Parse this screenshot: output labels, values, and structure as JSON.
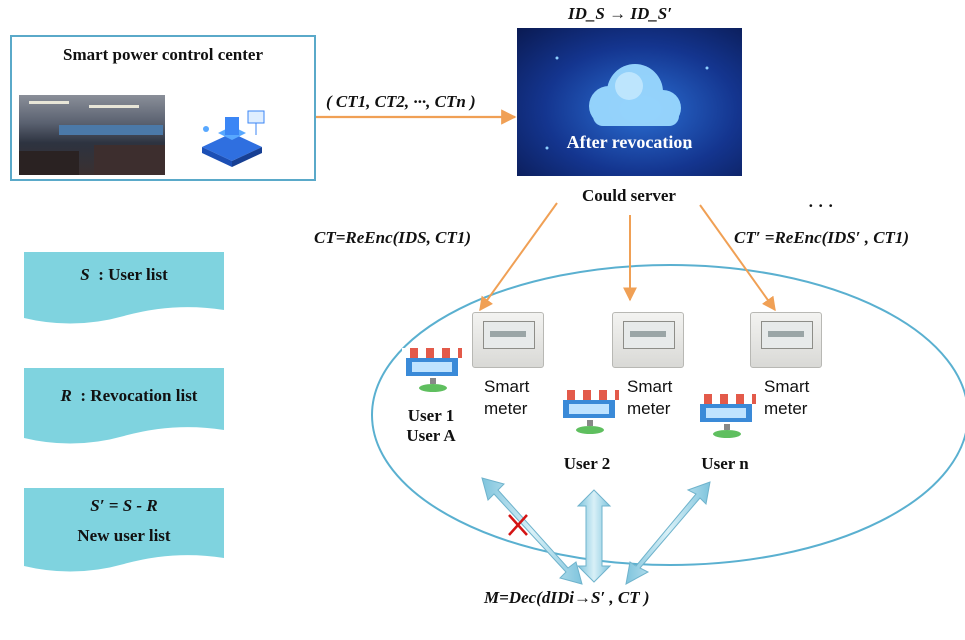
{
  "control_center": {
    "title": "Smart power control center"
  },
  "top_key": {
    "text": "ID_S → ID_S′"
  },
  "ciphertexts_label": "( CT1, CT2, ···, CTn )",
  "cloud": {
    "caption": "After revocation",
    "server_label": "Could server"
  },
  "reenc_left": "CT=ReEnc(IDS, CT1)",
  "reenc_right": "CT′ =ReEnc(IDS′ , CT1)",
  "ellipsis": "· · ·",
  "lists": {
    "s": {
      "symbol": "S",
      "text": ": User list"
    },
    "r": {
      "symbol": "R",
      "text": ": Revocation list"
    },
    "new": {
      "formula": "S′ = S - R",
      "text": "New user list"
    }
  },
  "users": [
    {
      "line1": "User 1",
      "line2": "User A",
      "meter_line1": "Smart",
      "meter_line2": "meter"
    },
    {
      "line1": "User 2",
      "line2": "",
      "meter_line1": "Smart",
      "meter_line2": "meter"
    },
    {
      "line1": "User n",
      "line2": "",
      "meter_line1": "Smart",
      "meter_line2": "meter"
    }
  ],
  "decryption": "M=Dec(dIDi→S′ , CT )",
  "colors": {
    "accent_orange": "#f0a055",
    "ellipse_stroke": "#5ab0d0",
    "list_fill": "#7fd3df",
    "panel_border": "#5aa9c9",
    "cloud_dark": "#0a1a52",
    "cloud_light": "#2b6fd3",
    "arrow_fill": "#a9d8ea",
    "cross": "#d41414"
  }
}
